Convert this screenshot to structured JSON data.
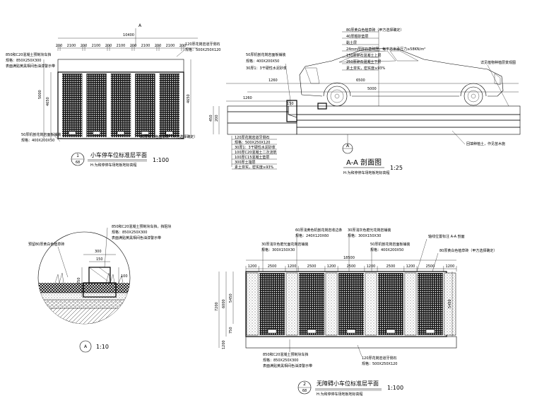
{
  "plan1": {
    "overall_width": "10400",
    "section_mark": "A",
    "top_dims": [
      "200",
      "2100",
      "200",
      "2100",
      "200",
      "2100",
      "200",
      "2100",
      "200",
      "2100",
      "200"
    ],
    "left_dims": [
      "5000",
      "4650"
    ],
    "right_dims": [
      "4650",
      "250"
    ],
    "label_tr_1": "120厚花岗岩道牙侧石",
    "label_tr_2": "规格：500X250X120",
    "label_tl_1": "850和C20混凝土预制块车挡",
    "label_tl_2": "规格：850X250X300",
    "label_tl_3": "表面满贴黄黑相间色油漆警示带",
    "label_bl_1": "50厚机刨花岗岩面板铺装",
    "label_bl_2": "规格：400X200X50",
    "label_br": "80厚黄白色植草砖（甲方选择确定）",
    "title": "小车停车位标准层平面",
    "subtitle": "H:为和停停车场地板地标高程",
    "index_top": "1",
    "index_bottom": "68",
    "scale": "1:100"
  },
  "section": {
    "dims_top": [
      "6500",
      "1260"
    ],
    "dim_5000": "5000",
    "dim_1260": "1260",
    "dim_150": "150",
    "left_dims": [
      "450",
      "200",
      "150",
      "250"
    ],
    "labels_top": [
      "80厚黄白色植草砖（甲方选择确定）",
      "40厚粗砂垫层",
      "黏土层",
      "24mm厚碎石基础层，每平方米承压力≥58KN/m²",
      "150厚碎石混凝土上层",
      "250厚碎石混凝土下层",
      "素土夯实，密实度≥93%"
    ],
    "label_tl_1": "50厚机刨花岗岩面板铺装",
    "label_tl_2": "规格：400X200X50",
    "label_tl_3": "30厚1：3干硬性水泥砂浆",
    "label_right": "详见植物种植层景观图",
    "label_right2": "回填种植土，作见苗木施",
    "labels_bottom": [
      "120厚花岗岩道牙侧石",
      "规格：500X250X120",
      "30厚1：3干硬性水泥砂浆",
      "100厚C20混凝土二次浇筑",
      "100厚C15混凝土垫层",
      "300厚土壤层",
      "素土夯实，密实度≥93%"
    ],
    "index_mark": "A",
    "title": "A-A 剖面图",
    "subtitle": "H:为和停停车场地板地标高程",
    "scale": "1:25"
  },
  "detailA": {
    "label_top_1": "850和C20混凝土预制块车挡，挡阻块",
    "label_top_2": "规格：850X250X300",
    "label_top_3": "表面满贴黄黑相间色油漆警示带",
    "label_left": "预留80厚黄白色植草砖",
    "dim_top": "300",
    "dim_150": "150",
    "dim_left": "250",
    "dim_right": "100",
    "index_mark": "A",
    "scale": "1:10"
  },
  "plan2": {
    "top_labels": [
      "60厚浅黄色机刨花岗岩收边条",
      "规格：240X120X60",
      "30厚浅灰色磨光面花岗岩铺装",
      "规格：300X150X30",
      "30厚浅灰色磨光花岗岩铺装",
      "规格：300X150X30",
      "50厚机刨花岗岩面板铺装",
      "规格：400X200X50",
      "轴线位置标注 A-A 剖面",
      "80厚黄白色植草砖（甲方选择确定）"
    ],
    "dim_18500": "18500",
    "top_dims": [
      "1200",
      "2500",
      "1200",
      "2500",
      "1200",
      "2500",
      "1200",
      "2500",
      "1200",
      "2500",
      "1200"
    ],
    "left_dims": [
      "7200",
      "6000",
      "5450",
      "750",
      "1200"
    ],
    "bottom_labels": [
      "850和C20混凝土预制块车挡",
      "规格：850X250X300",
      "表面满贴黄黑相间色油漆警示带",
      "120厚花岗岩道牙侧石",
      "规格：500X250X120"
    ],
    "title": "无障碍小车位标准层平面",
    "subtitle": "H:为和停停车场地板地标高程",
    "index_top": "2",
    "index_bottom": "68",
    "scale": "1:100"
  }
}
